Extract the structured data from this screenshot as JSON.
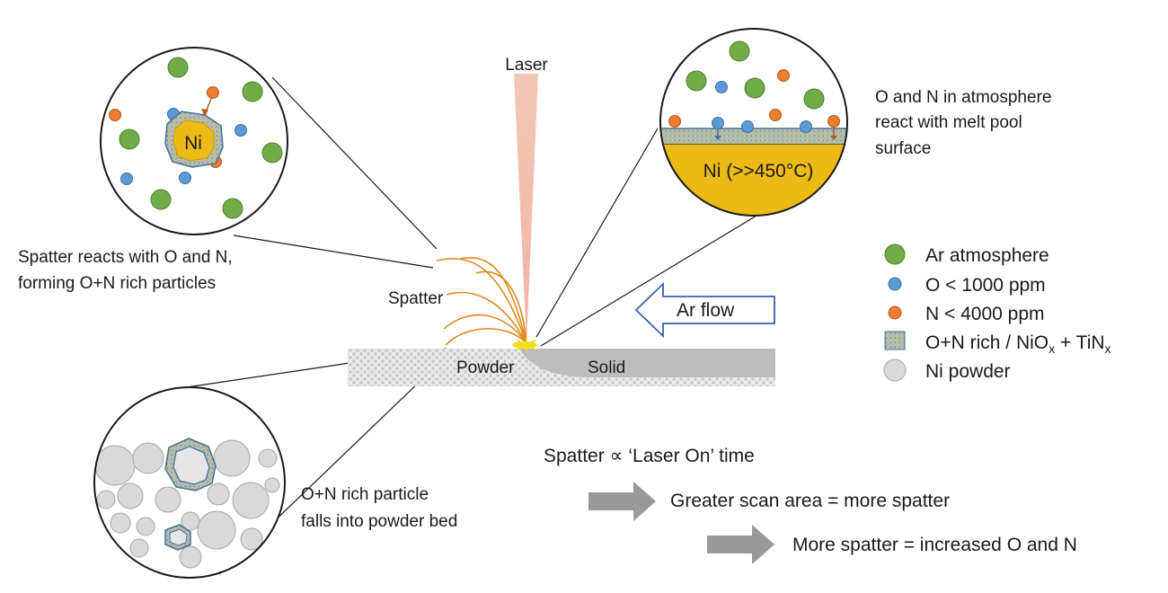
{
  "labels": {
    "laser": "Laser",
    "spatter": "Spatter",
    "powder": "Powder",
    "solid": "Solid",
    "ar_flow": "Ar flow",
    "melt_pool": "Ni (>>450°C)",
    "ni_particle": "Ni",
    "melt_note_1": "O and N in atmosphere",
    "melt_note_2": "react with melt pool",
    "melt_note_3": "surface",
    "spatter_note_1": "Spatter reacts with O and N,",
    "spatter_note_2": "forming O+N rich particles",
    "bed_note_1": "O+N rich particle",
    "bed_note_2": "falls into powder bed"
  },
  "legend": [
    {
      "key": "ar",
      "text": "Ar atmosphere",
      "color": "#70ad47"
    },
    {
      "key": "o",
      "text": "O < 1000 ppm",
      "color": "#5b9bd5"
    },
    {
      "key": "n",
      "text": "N < 4000 ppm",
      "color": "#ed7d31"
    },
    {
      "key": "rich",
      "text": "O+N rich / NiO",
      "sub1": "x",
      "mid": " + TiN",
      "sub2": "x",
      "color": "#a9b9a0"
    },
    {
      "key": "powder",
      "text": "Ni powder",
      "color": "#d9d9d9"
    }
  ],
  "conclusions": {
    "line1": "Spatter ∝ ‘Laser On’ time",
    "line2": "Greater scan area = more spatter",
    "line3": "More spatter = increased O and N"
  },
  "colors": {
    "ar": "#70ad47",
    "oxygen": "#5b9bd5",
    "nitrogen": "#ed7d31",
    "melt": "#ecba16",
    "spatter": "#e08a1e",
    "arrow_gray": "#999999",
    "ar_flow_border": "#3b5fb0"
  }
}
